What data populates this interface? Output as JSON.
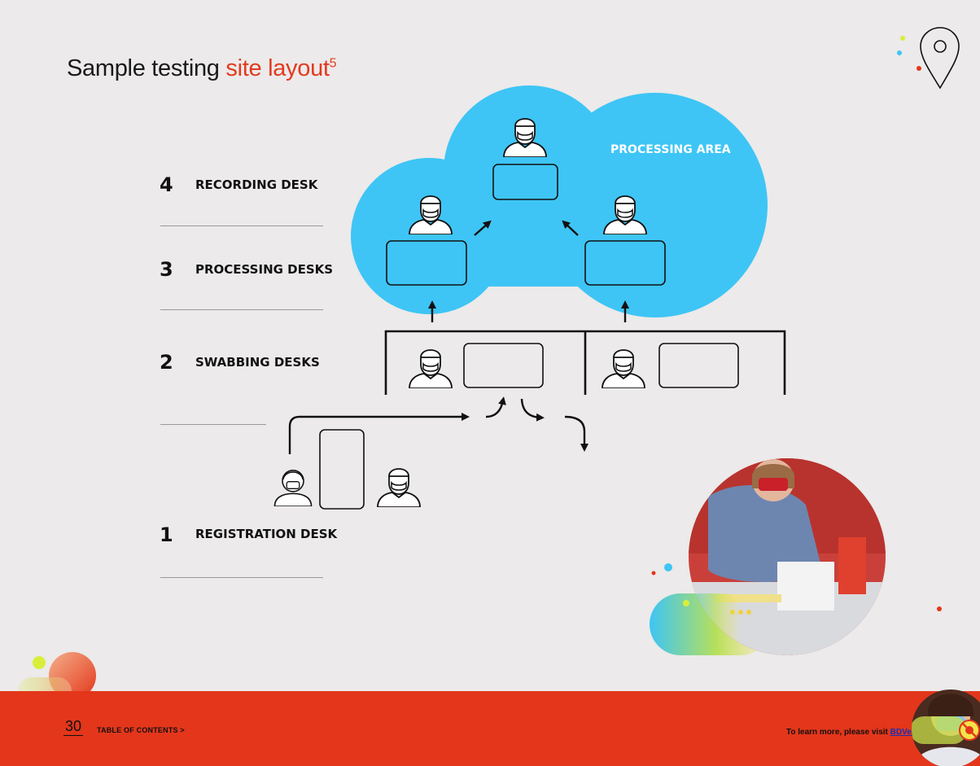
{
  "title": {
    "prefix": "Sample testing ",
    "accent": "site layout",
    "superscript": "5"
  },
  "steps": [
    {
      "number": "4",
      "label": "RECORDING DESK"
    },
    {
      "number": "3",
      "label": "PROCESSING DESKS"
    },
    {
      "number": "2",
      "label": "SWABBING DESKS"
    },
    {
      "number": "1",
      "label": "REGISTRATION DESK"
    }
  ],
  "diagram": {
    "processing_area_label": "PROCESSING AREA"
  },
  "footer": {
    "page_number": "30",
    "toc_link": "TABLE OF CONTENTS >",
    "learn_more_prefix": "To learn more, please visit ",
    "learn_more_link": "BDVeritor.com"
  },
  "colors": {
    "accent": "#e23a1f",
    "processing_area": "#3ec5f5",
    "footer_band": "#e3361b"
  },
  "icons": [
    "location-pin-icon",
    "person-icon",
    "masked-person-icon",
    "virus-icon"
  ]
}
